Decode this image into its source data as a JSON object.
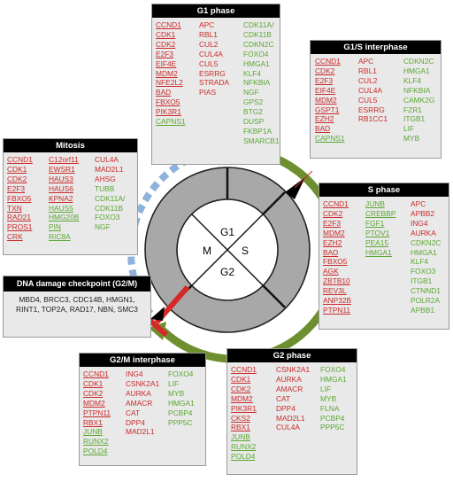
{
  "cell_cycle": {
    "center_labels": {
      "top": "G1",
      "right": "S",
      "bottom": "G2",
      "left": "M"
    }
  },
  "boxes": {
    "g1": {
      "title": "G1 phase",
      "col1": [
        {
          "t": "CCND1",
          "c": "red",
          "u": true
        },
        {
          "t": "CDK1",
          "c": "red",
          "u": true
        },
        {
          "t": "CDK2",
          "c": "red",
          "u": true
        },
        {
          "t": "E2F3",
          "c": "red",
          "u": true
        },
        {
          "t": "EIF4E",
          "c": "red",
          "u": true
        },
        {
          "t": "MDM2",
          "c": "red",
          "u": true
        },
        {
          "t": "NFE2L2",
          "c": "red",
          "u": true
        },
        {
          "t": "BAD",
          "c": "red",
          "u": true
        },
        {
          "t": "FBXO5",
          "c": "red",
          "u": true
        },
        {
          "t": "PIK3R1",
          "c": "red",
          "u": true
        },
        {
          "t": "CAPNS1",
          "c": "green",
          "u": true
        }
      ],
      "col2": [
        {
          "t": "APC",
          "c": "red",
          "u": false
        },
        {
          "t": "RBL1",
          "c": "red",
          "u": false
        },
        {
          "t": "CUL2",
          "c": "red",
          "u": false
        },
        {
          "t": "CUL4A",
          "c": "red",
          "u": false
        },
        {
          "t": "CUL5",
          "c": "red",
          "u": false
        },
        {
          "t": "ESRRG",
          "c": "red",
          "u": false
        },
        {
          "t": "STRADA",
          "c": "red",
          "u": false
        },
        {
          "t": "PIAS",
          "c": "red",
          "u": false
        }
      ],
      "col3": [
        {
          "t": "CDK11A/",
          "c": "green",
          "u": false
        },
        {
          "t": "CDK11B",
          "c": "green",
          "u": false
        },
        {
          "t": "CDKN2C",
          "c": "green",
          "u": false
        },
        {
          "t": "FOXO4",
          "c": "green",
          "u": false
        },
        {
          "t": "HMGA1",
          "c": "green",
          "u": false
        },
        {
          "t": "KLF4",
          "c": "green",
          "u": false
        },
        {
          "t": "NFKBIA",
          "c": "green",
          "u": false
        },
        {
          "t": "NGF",
          "c": "green",
          "u": false
        },
        {
          "t": "GPS2",
          "c": "green",
          "u": false
        },
        {
          "t": "BTG2",
          "c": "green",
          "u": false
        },
        {
          "t": "DUSP",
          "c": "green",
          "u": false
        },
        {
          "t": "FKBP1A",
          "c": "green",
          "u": false
        },
        {
          "t": "SMARCB1",
          "c": "green",
          "u": false
        }
      ]
    },
    "g1s": {
      "title": "G1/S interphase",
      "col1": [
        {
          "t": "CCND1",
          "c": "red",
          "u": true
        },
        {
          "t": "CDK2",
          "c": "red",
          "u": true
        },
        {
          "t": "E2F3",
          "c": "red",
          "u": true
        },
        {
          "t": "EIF4E",
          "c": "red",
          "u": true
        },
        {
          "t": "MDM2",
          "c": "red",
          "u": true
        },
        {
          "t": "GSPT1",
          "c": "red",
          "u": true
        },
        {
          "t": "EZH2",
          "c": "red",
          "u": true
        },
        {
          "t": "BAD",
          "c": "red",
          "u": true
        },
        {
          "t": "CAPNS1",
          "c": "green",
          "u": true
        }
      ],
      "col2": [
        {
          "t": "APC",
          "c": "red",
          "u": false
        },
        {
          "t": "RBL1",
          "c": "red",
          "u": false
        },
        {
          "t": "CUL2",
          "c": "red",
          "u": false
        },
        {
          "t": "CUL4A",
          "c": "red",
          "u": false
        },
        {
          "t": "CUL5",
          "c": "red",
          "u": false
        },
        {
          "t": "ESRRG",
          "c": "red",
          "u": false
        },
        {
          "t": "RB1CC1",
          "c": "red",
          "u": false
        }
      ],
      "col3": [
        {
          "t": "CDKN2C",
          "c": "green",
          "u": false
        },
        {
          "t": "HMGA1",
          "c": "green",
          "u": false
        },
        {
          "t": "KLF4",
          "c": "green",
          "u": false
        },
        {
          "t": "NFKBIA",
          "c": "green",
          "u": false
        },
        {
          "t": "CAMK2G",
          "c": "green",
          "u": false
        },
        {
          "t": "FZR1",
          "c": "green",
          "u": false
        },
        {
          "t": "ITGB1",
          "c": "green",
          "u": false
        },
        {
          "t": "LIF",
          "c": "green",
          "u": false
        },
        {
          "t": "MYB",
          "c": "green",
          "u": false
        }
      ]
    },
    "mitosis": {
      "title": "Mitosis",
      "col1": [
        {
          "t": "CCND1",
          "c": "red",
          "u": true
        },
        {
          "t": "CDK1",
          "c": "red",
          "u": true
        },
        {
          "t": "CDK2",
          "c": "red",
          "u": true
        },
        {
          "t": "E2F3",
          "c": "red",
          "u": true
        },
        {
          "t": "FBXO5",
          "c": "red",
          "u": true
        },
        {
          "t": "TXN",
          "c": "red",
          "u": true
        },
        {
          "t": "RAD21",
          "c": "red",
          "u": true
        },
        {
          "t": "PROS1",
          "c": "red",
          "u": true
        },
        {
          "t": "CRK",
          "c": "red",
          "u": true
        }
      ],
      "col2": [
        {
          "t": "C12orf11",
          "c": "red",
          "u": true
        },
        {
          "t": "EWSR1",
          "c": "red",
          "u": true
        },
        {
          "t": "HAUS3",
          "c": "red",
          "u": true
        },
        {
          "t": "HAUS6",
          "c": "red",
          "u": true
        },
        {
          "t": "KPNA2",
          "c": "red",
          "u": true
        },
        {
          "t": "HAUS5",
          "c": "green",
          "u": true
        },
        {
          "t": "HMG20B",
          "c": "green",
          "u": true
        },
        {
          "t": "PIN",
          "c": "green",
          "u": true
        },
        {
          "t": "RIC8A",
          "c": "green",
          "u": true
        }
      ],
      "col3": [
        {
          "t": "CUL4A",
          "c": "red",
          "u": false
        },
        {
          "t": "MAD2L1",
          "c": "red",
          "u": false
        },
        {
          "t": "AHSG",
          "c": "red",
          "u": false
        },
        {
          "t": "TUBB",
          "c": "green",
          "u": false
        },
        {
          "t": "CDK11A/",
          "c": "green",
          "u": false
        },
        {
          "t": "CDK11B",
          "c": "green",
          "u": false
        },
        {
          "t": "FOXO3",
          "c": "green",
          "u": false
        },
        {
          "t": "NGF",
          "c": "green",
          "u": false
        }
      ]
    },
    "sphase": {
      "title": "S phase",
      "col1": [
        {
          "t": "CCND1",
          "c": "red",
          "u": true
        },
        {
          "t": "CDK2",
          "c": "red",
          "u": true
        },
        {
          "t": "E2F3",
          "c": "red",
          "u": true
        },
        {
          "t": "MDM2",
          "c": "red",
          "u": true
        },
        {
          "t": "EZH2",
          "c": "red",
          "u": true
        },
        {
          "t": "BAD",
          "c": "red",
          "u": true
        },
        {
          "t": "FBXO5",
          "c": "red",
          "u": true
        },
        {
          "t": "AGK",
          "c": "red",
          "u": true
        },
        {
          "t": "ZBTB10",
          "c": "red",
          "u": true
        },
        {
          "t": "REV3L",
          "c": "red",
          "u": true
        },
        {
          "t": "ANP32B",
          "c": "red",
          "u": true
        },
        {
          "t": "PTPN11",
          "c": "red",
          "u": true
        }
      ],
      "col2": [
        {
          "t": "JUNB",
          "c": "green",
          "u": true
        },
        {
          "t": "CREBBP",
          "c": "green",
          "u": true
        },
        {
          "t": "FGF1",
          "c": "green",
          "u": true
        },
        {
          "t": "PTOV1",
          "c": "green",
          "u": true
        },
        {
          "t": "PEA15",
          "c": "green",
          "u": true
        },
        {
          "t": "HMGA1",
          "c": "green",
          "u": true
        }
      ],
      "col3": [
        {
          "t": "APC",
          "c": "red",
          "u": false
        },
        {
          "t": "APBB2",
          "c": "red",
          "u": false
        },
        {
          "t": "ING4",
          "c": "red",
          "u": false
        },
        {
          "t": "AURKA",
          "c": "red",
          "u": false
        },
        {
          "t": "CDKN2C",
          "c": "green",
          "u": false
        },
        {
          "t": "HMGA1",
          "c": "green",
          "u": false
        },
        {
          "t": "KLF4",
          "c": "green",
          "u": false
        },
        {
          "t": "FOXO3",
          "c": "green",
          "u": false
        },
        {
          "t": "ITGB1",
          "c": "green",
          "u": false
        },
        {
          "t": "CTNND1",
          "c": "green",
          "u": false
        },
        {
          "t": "POLR2A",
          "c": "green",
          "u": false
        },
        {
          "t": "APBB1",
          "c": "green",
          "u": false
        }
      ]
    },
    "dna": {
      "title": "DNA damage checkpoint (G2/M)",
      "text": "MBD4, BRCC3, CDC14B, HMGN1, RINT1, TOP2A, RAD17, NBN, SMC3"
    },
    "g2m": {
      "title": "G2/M interphase",
      "col1": [
        {
          "t": "CCND1",
          "c": "red",
          "u": true
        },
        {
          "t": "CDK1",
          "c": "red",
          "u": true
        },
        {
          "t": "CDK2",
          "c": "red",
          "u": true
        },
        {
          "t": "MDM2",
          "c": "red",
          "u": true
        },
        {
          "t": "PTPN11",
          "c": "red",
          "u": true
        },
        {
          "t": "RBX1",
          "c": "red",
          "u": true
        },
        {
          "t": "JUNB",
          "c": "green",
          "u": true
        },
        {
          "t": "RUNX2",
          "c": "green",
          "u": true
        },
        {
          "t": "POLD4",
          "c": "green",
          "u": true
        }
      ],
      "col2": [
        {
          "t": "ING4",
          "c": "red",
          "u": false
        },
        {
          "t": "CSNK2A1",
          "c": "red",
          "u": false
        },
        {
          "t": "AURKA",
          "c": "red",
          "u": false
        },
        {
          "t": "AMACR",
          "c": "red",
          "u": false
        },
        {
          "t": "CAT",
          "c": "red",
          "u": false
        },
        {
          "t": "DPP4",
          "c": "red",
          "u": false
        },
        {
          "t": "MAD2L1",
          "c": "red",
          "u": false
        }
      ],
      "col3": [
        {
          "t": "FOXO4",
          "c": "green",
          "u": false
        },
        {
          "t": "LIF",
          "c": "green",
          "u": false
        },
        {
          "t": "MYB",
          "c": "green",
          "u": false
        },
        {
          "t": "HMGA1",
          "c": "green",
          "u": false
        },
        {
          "t": "PCBP4",
          "c": "green",
          "u": false
        },
        {
          "t": "PPP5C",
          "c": "green",
          "u": false
        }
      ]
    },
    "g2": {
      "title": "G2 phase",
      "col1": [
        {
          "t": "CCND1",
          "c": "red",
          "u": true
        },
        {
          "t": "CDK1",
          "c": "red",
          "u": true
        },
        {
          "t": "CDK2",
          "c": "red",
          "u": true
        },
        {
          "t": "MDM2",
          "c": "red",
          "u": true
        },
        {
          "t": "PIK3R1",
          "c": "red",
          "u": true
        },
        {
          "t": "CKS2",
          "c": "red",
          "u": true
        },
        {
          "t": "RBX1",
          "c": "red",
          "u": true
        },
        {
          "t": "JUNB",
          "c": "green",
          "u": true
        },
        {
          "t": "RUNX2",
          "c": "green",
          "u": true
        },
        {
          "t": "POLD4",
          "c": "green",
          "u": true
        }
      ],
      "col2": [
        {
          "t": "CSNK2A1",
          "c": "red",
          "u": false
        },
        {
          "t": "AURKA",
          "c": "red",
          "u": false
        },
        {
          "t": "AMACR",
          "c": "red",
          "u": false
        },
        {
          "t": "CAT",
          "c": "red",
          "u": false
        },
        {
          "t": "DPP4",
          "c": "red",
          "u": false
        },
        {
          "t": "MAD2L1",
          "c": "red",
          "u": false
        },
        {
          "t": "CUL4A",
          "c": "red",
          "u": false
        }
      ],
      "col3": [
        {
          "t": "FOXO4",
          "c": "green",
          "u": false
        },
        {
          "t": "HMGA1",
          "c": "green",
          "u": false
        },
        {
          "t": "LIF",
          "c": "green",
          "u": false
        },
        {
          "t": "MYB",
          "c": "green",
          "u": false
        },
        {
          "t": "FLNA",
          "c": "green",
          "u": false
        },
        {
          "t": "PCBP4",
          "c": "green",
          "u": false
        },
        {
          "t": "PPP5C",
          "c": "green",
          "u": false
        }
      ]
    }
  },
  "colors": {
    "red": "#cc2a2a",
    "green": "#5aa832",
    "ring_green": "#6e8f2f",
    "ring_gray": "#a8a8a8",
    "dash_blue": "#8fb2dc",
    "header": "#000000"
  }
}
